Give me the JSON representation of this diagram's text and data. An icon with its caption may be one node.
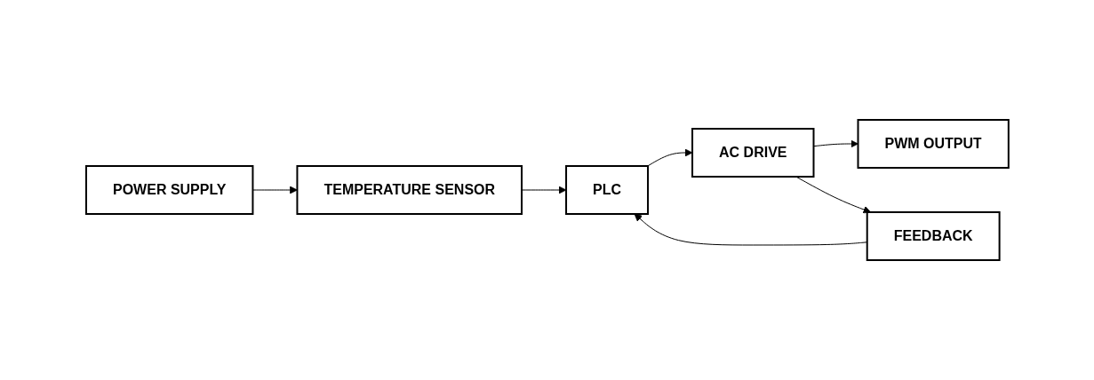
{
  "diagram": {
    "nodes": [
      {
        "text": [
          "POWER SUPPLY"
        ]
      },
      {
        "text": [
          "TEMPERATURE SENSOR"
        ]
      },
      {
        "text": [
          "PLC"
        ]
      },
      {
        "text": [
          "AC DRIVE"
        ]
      },
      {
        "text": [
          "PWM OUTPUT"
        ]
      },
      {
        "text": [
          "FEEDBACK"
        ]
      }
    ],
    "edges": [
      {
        "from": 0,
        "to": 1,
        "arrow": "to"
      },
      {
        "from": 1,
        "to": 2,
        "arrow": "to"
      },
      {
        "from": 2,
        "to": 3,
        "arrow": "to"
      },
      {
        "from": 3,
        "to": 4,
        "arrow": "to"
      },
      {
        "from": 3,
        "to": 5,
        "arrow": "to"
      },
      {
        "from": 5,
        "to": 2,
        "arrow": "to"
      }
    ]
  }
}
